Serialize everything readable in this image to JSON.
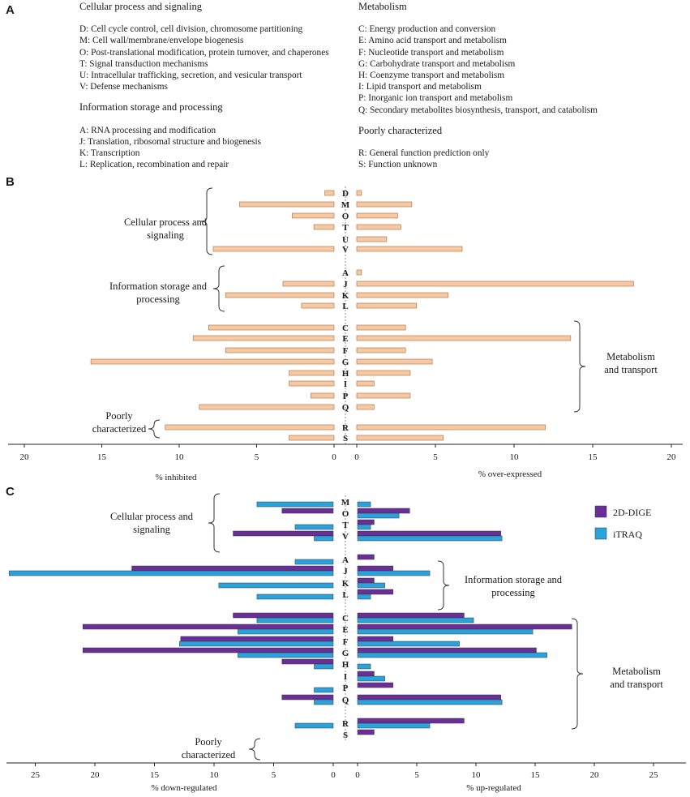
{
  "panel_labels": {
    "a": "A",
    "b": "B",
    "c": "C"
  },
  "legend_left": {
    "groups": [
      {
        "title": "Cellular process and signaling",
        "items": [
          "D: Cell cycle control, cell division, chromosome partitioning",
          "M: Cell wall/membrane/envelope biogenesis",
          "O: Post-translational modification, protein turnover, and chaperones",
          "T: Signal transduction mechanisms",
          "U: Intracellular trafficking, secretion, and vesicular transport",
          "V: Defense mechanisms"
        ]
      },
      {
        "title": "Information storage and processing",
        "items": [
          "A: RNA processing and modification",
          "J: Translation, ribosomal structure and biogenesis",
          "K: Transcription",
          "L: Replication, recombination and repair"
        ]
      }
    ]
  },
  "legend_right": {
    "groups": [
      {
        "title": "Metabolism",
        "items": [
          "C: Energy production and conversion",
          "E: Amino acid transport and metabolism",
          "F: Nucleotide transport and metabolism",
          "G: Carbohydrate transport and metabolism",
          "H: Coenzyme transport and metabolism",
          "I: Lipid transport and metabolism",
          "P: Inorganic ion transport and metabolism",
          "Q: Secondary metabolites biosynthesis, transport, and catabolism"
        ]
      },
      {
        "title": "Poorly characterized",
        "items": [
          "R: General function prediction only",
          "S: Function unknown"
        ]
      }
    ]
  },
  "colors": {
    "bar_b": "#f7c9a3",
    "bar_b_edge": "#b07c52",
    "dige": "#6a2f96",
    "itraq": "#2aa3dc"
  },
  "chart_data": [
    {
      "type": "bar",
      "orientation": "horizontal-butterfly",
      "categories": [
        "D",
        "M",
        "O",
        "T",
        "U",
        "V",
        "A",
        "J",
        "K",
        "L",
        "C",
        "E",
        "F",
        "G",
        "H",
        "I",
        "P",
        "Q",
        "R",
        "S"
      ],
      "series": [
        {
          "values": [
            0.6,
            6.1,
            2.7,
            1.3,
            0,
            7.8,
            0,
            3.3,
            7.0,
            2.1,
            8.1,
            9.1,
            7.0,
            15.7,
            2.9,
            2.9,
            1.5,
            8.7,
            10.9,
            2.9
          ]
        },
        {
          "values": [
            0.3,
            3.5,
            2.6,
            2.8,
            1.9,
            6.7,
            0.3,
            17.6,
            5.8,
            3.8,
            3.1,
            13.6,
            3.1,
            4.8,
            3.4,
            1.1,
            3.4,
            1.1,
            12.0,
            5.5
          ]
        }
      ],
      "xlabel_left": "% inhibited",
      "xlabel_right": "% over-expressed",
      "ticks_left": [
        "20",
        "15",
        "10",
        "5",
        "0"
      ],
      "ticks_right": [
        "0",
        "5",
        "10",
        "15",
        "20"
      ],
      "xlim": [
        0,
        20
      ],
      "group_labels": [
        {
          "lines": [
            "Cellular process and",
            "signaling"
          ]
        },
        {
          "lines": [
            "Information storage and",
            "processing"
          ]
        },
        {
          "lines": [
            "Metabolism",
            "and transport"
          ]
        },
        {
          "lines": [
            "Poorly",
            "characterized"
          ]
        }
      ]
    },
    {
      "type": "bar",
      "orientation": "horizontal-butterfly",
      "categories": [
        "M",
        "O",
        "T",
        "V",
        "A",
        "J",
        "K",
        "L",
        "C",
        "E",
        "F",
        "G",
        "H",
        "I",
        "P",
        "Q",
        "R",
        "S"
      ],
      "series": [
        {
          "name": "2D-DIGE",
          "left": [
            0,
            4.3,
            0,
            8.4,
            0,
            16.9,
            0,
            0,
            8.4,
            21.0,
            12.8,
            21.0,
            4.3,
            0,
            0,
            4.3,
            0,
            0
          ],
          "right": [
            0,
            4.4,
            1.4,
            12.1,
            1.4,
            3.0,
            1.4,
            3.0,
            9.0,
            18.1,
            3.0,
            15.1,
            0,
            1.4,
            3.0,
            12.1,
            9.0,
            1.4
          ]
        },
        {
          "name": "iTRAQ",
          "left": [
            6.4,
            0,
            3.2,
            1.6,
            3.2,
            27.2,
            9.6,
            6.4,
            6.4,
            8.0,
            12.9,
            8.0,
            1.6,
            0,
            1.6,
            1.6,
            3.2,
            0
          ],
          "right": [
            1.1,
            3.5,
            1.1,
            12.2,
            0,
            6.1,
            2.3,
            1.1,
            9.8,
            14.8,
            8.6,
            16.0,
            1.1,
            2.3,
            0,
            12.2,
            6.1,
            0
          ]
        }
      ],
      "xlabel_left": "% down-regulated",
      "xlabel_right": "% up-regulated",
      "ticks_left": [
        "25",
        "20",
        "15",
        "10",
        "5",
        "0"
      ],
      "ticks_right": [
        "0",
        "5",
        "10",
        "15",
        "20",
        "25"
      ],
      "xlim": [
        0,
        27
      ],
      "legend": "top-right",
      "group_labels": [
        {
          "lines": [
            "Cellular process and",
            "signaling"
          ]
        },
        {
          "lines": [
            "Information storage and",
            "processing"
          ]
        },
        {
          "lines": [
            "Metabolism",
            "and transport"
          ]
        },
        {
          "lines": [
            "Poorly",
            "characterized"
          ]
        }
      ]
    }
  ]
}
